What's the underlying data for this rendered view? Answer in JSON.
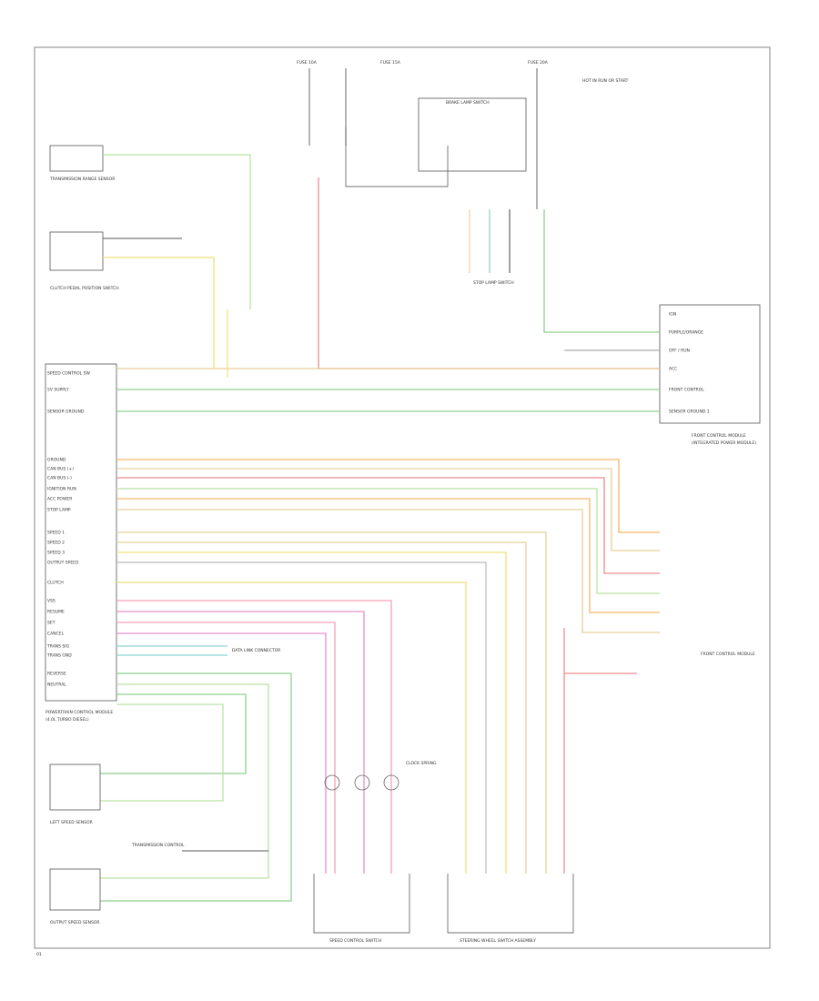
{
  "sheet": {
    "footer_code": ""
  },
  "labels": {
    "left_module": "POWERTRAIN CONTROL MODULE",
    "left_module_note": "(4.0L TURBO DIESEL)",
    "clutch_switch": "CLUTCH PEDAL POSITION SWITCH",
    "trans_sensor_top": "TRANSMISSION RANGE SENSOR",
    "left_speed_sensor": "LEFT SPEED SENSOR",
    "output_speed_sensor": "OUTPUT SPEED SENSOR",
    "right_module": "FRONT CONTROL MODULE",
    "right_module_note": "(INTEGRATED POWER MODULE)",
    "front_harness_right": "FRONT CONTROL MODULE",
    "speed_control_switch": "SPEED CONTROL SWITCH",
    "steering_module": "STEERING WHEEL SWITCH ASSEMBLY",
    "clock_spring": "CLOCK SPRING",
    "fuse_a": "FUSE 10A",
    "fuse_b": "FUSE 15A",
    "fuse_c": "FUSE 20A",
    "relay_label": "BRAKE LAMP SWITCH",
    "ignition_note": "HOT IN RUN OR START",
    "stop_lamp": "STOP LAMP SWITCH",
    "trans_control": "TRANSMISSION CONTROL",
    "diag_connector": "DATA LINK CONNECTOR",
    "bottom_left_code": "01"
  },
  "left_pins": [
    "SPEED CONTROL SW",
    "5V SUPPLY",
    "SENSOR GROUND",
    "GROUND",
    "CAN BUS (+)",
    "CAN BUS (-)",
    "IGNITION RUN",
    "ACC POWER",
    "STOP LAMP",
    "SPEED 1",
    "SPEED 2",
    "SPEED 3",
    "OUTPUT SPEED",
    "CLUTCH",
    "VSS",
    "RESUME",
    "SET",
    "CANCEL",
    "TRANS SIG",
    "TRANS GND",
    "REVERSE",
    "NEUTRAL"
  ],
  "right_pins": [
    "IGN",
    "PURPLE/ORANGE",
    "OFF / RUN",
    "ACC",
    "FRONT CONTROL",
    "SENSOR GROUND 1"
  ],
  "wire_colors": {
    "green": "#8fd18f",
    "light_green": "#b9e4a5",
    "pink": "#f2a0b8",
    "magenta": "#e88fc9",
    "orange": "#f5b66a",
    "yellow": "#f1e27a",
    "tan": "#e6cf9a",
    "red": "#ef8c8c",
    "cyan": "#8fd4d8",
    "black": "#555555"
  }
}
